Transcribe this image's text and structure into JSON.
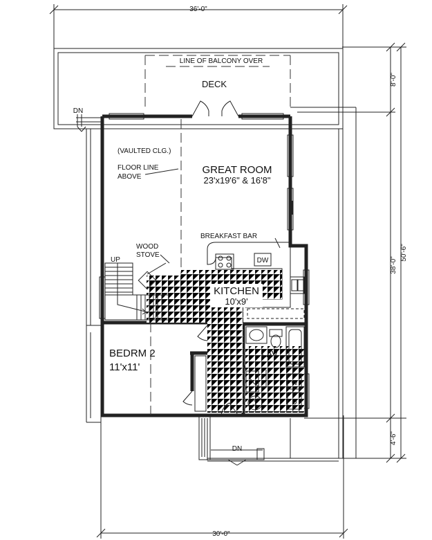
{
  "dimensions": {
    "top_width": "36'-0\"",
    "bottom_width": "30'-0\"",
    "right_deck": "8'-0\"",
    "right_house": "38'-0\"",
    "right_total": "50'-6\"",
    "right_porch": "4'-6\""
  },
  "labels": {
    "balcony": "LINE OF BALCONY OVER",
    "deck": "DECK",
    "dn_deck": "DN",
    "dn_porch": "DN",
    "vaulted": "(VAULTED CLG.)",
    "floor_line_1": "FLOOR LINE",
    "floor_line_2": "ABOVE",
    "great_room": "GREAT ROOM",
    "great_room_size": "23'x19'6\" & 16'8\"",
    "breakfast_bar": "BREAKFAST BAR",
    "dw": "DW",
    "wood_1": "WOOD",
    "wood_2": "STOVE",
    "up": "UP",
    "kitchen": "KITCHEN",
    "kitchen_size": "10'x9'",
    "bedroom": "BEDRM 2",
    "bedroom_size": "11'x11'",
    "lav": "LAV",
    "washer": "W",
    "dryer": "D",
    "hwt": "HWT",
    "fd": "FD"
  }
}
